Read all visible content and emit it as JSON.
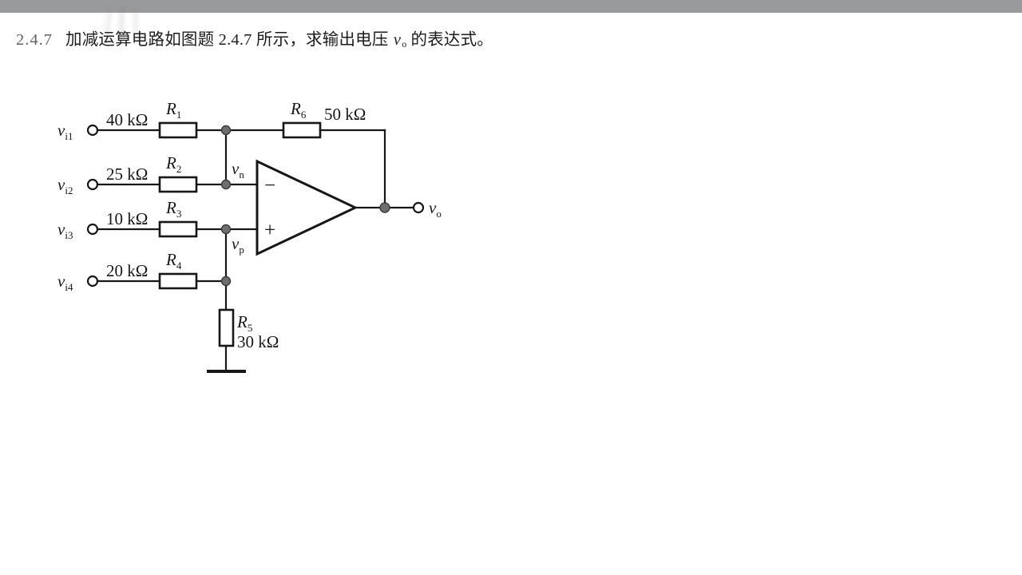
{
  "document": {
    "top_band_color": "#999a9b",
    "page_background": "#ffffff",
    "ink_color": "#171717"
  },
  "problem": {
    "number": "2.4.7",
    "text_before_symbol": "加减运算电路如图题 2.4.7 所示，求输出电压 ",
    "symbol": "v",
    "symbol_subscript": "o",
    "text_after_symbol": " 的表达式。",
    "full_text": "2.4.7  加减运算电路如图题 2.4.7 所示，求输出电压 vo 的表达式。"
  },
  "circuit": {
    "type": "summing-and-difference operational amplifier circuit",
    "inputs": [
      {
        "name": "v",
        "sub": "i1",
        "resistor": "R",
        "resistor_sub": "1",
        "value": "40 kΩ",
        "terminal": "inverting"
      },
      {
        "name": "v",
        "sub": "i2",
        "resistor": "R",
        "resistor_sub": "2",
        "value": "25 kΩ",
        "terminal": "inverting"
      },
      {
        "name": "v",
        "sub": "i3",
        "resistor": "R",
        "resistor_sub": "3",
        "value": "10 kΩ",
        "terminal": "non-inverting"
      },
      {
        "name": "v",
        "sub": "i4",
        "resistor": "R",
        "resistor_sub": "4",
        "value": "20 kΩ",
        "terminal": "non-inverting"
      }
    ],
    "feedback": {
      "resistor": "R",
      "resistor_sub": "6",
      "value": "50 kΩ"
    },
    "ground_resistor": {
      "resistor": "R",
      "resistor_sub": "5",
      "value": "30 kΩ"
    },
    "node_labels": [
      {
        "name": "v",
        "sub": "n",
        "description": "inverting input node"
      },
      {
        "name": "v",
        "sub": "p",
        "description": "non-inverting input node"
      }
    ],
    "opamp": {
      "inverting_sign": "−",
      "noninverting_sign": "+"
    },
    "output": {
      "name": "v",
      "sub": "o"
    }
  }
}
